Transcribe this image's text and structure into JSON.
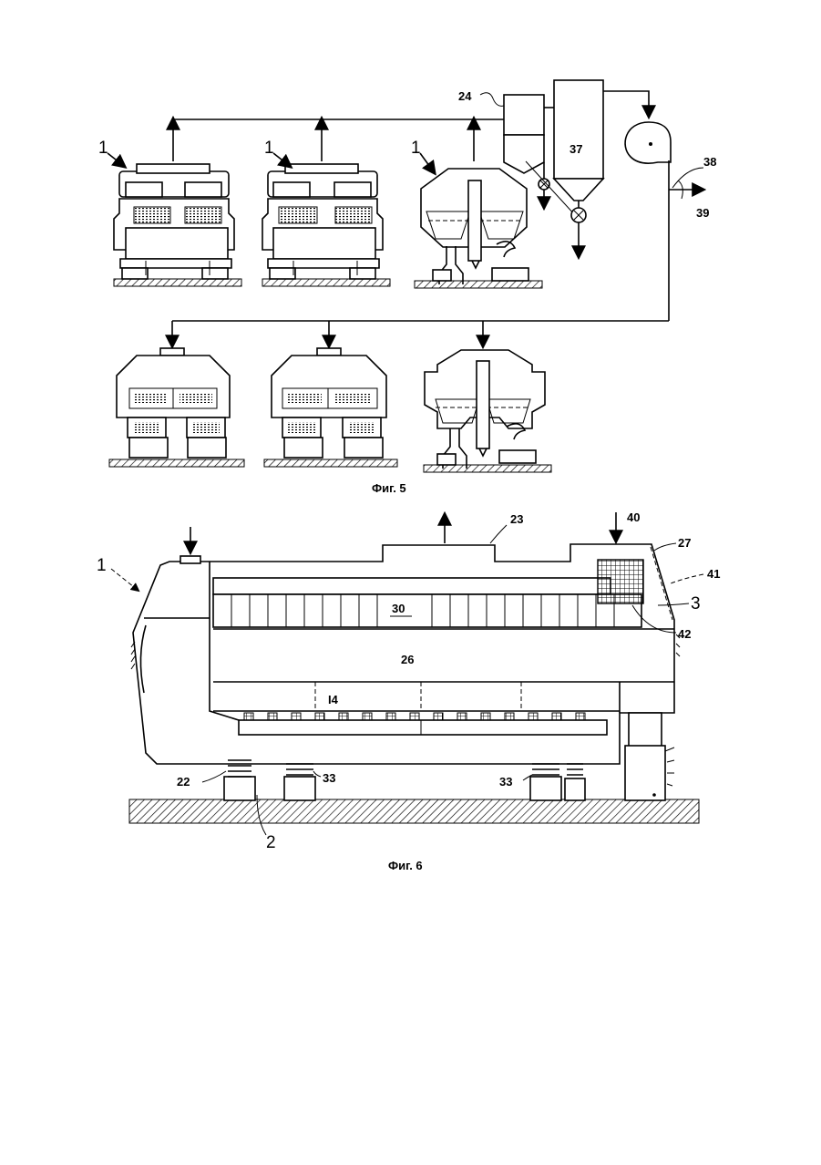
{
  "figure5": {
    "caption": "Фиг. 5",
    "labels": {
      "unit_a": "1",
      "unit_b": "1",
      "unit_c": "1",
      "n24": "24",
      "n37": "37",
      "n38": "38",
      "n39": "39"
    }
  },
  "figure6": {
    "caption": "Фиг. 6",
    "labels": {
      "n1": "1",
      "n23": "23",
      "n40": "40",
      "n27": "27",
      "n41": "41",
      "n3": "3",
      "n30": "30",
      "n42": "42",
      "n26": "26",
      "n14": "I4",
      "n22": "22",
      "n33a": "33",
      "n33b": "33",
      "n2": "2"
    }
  }
}
